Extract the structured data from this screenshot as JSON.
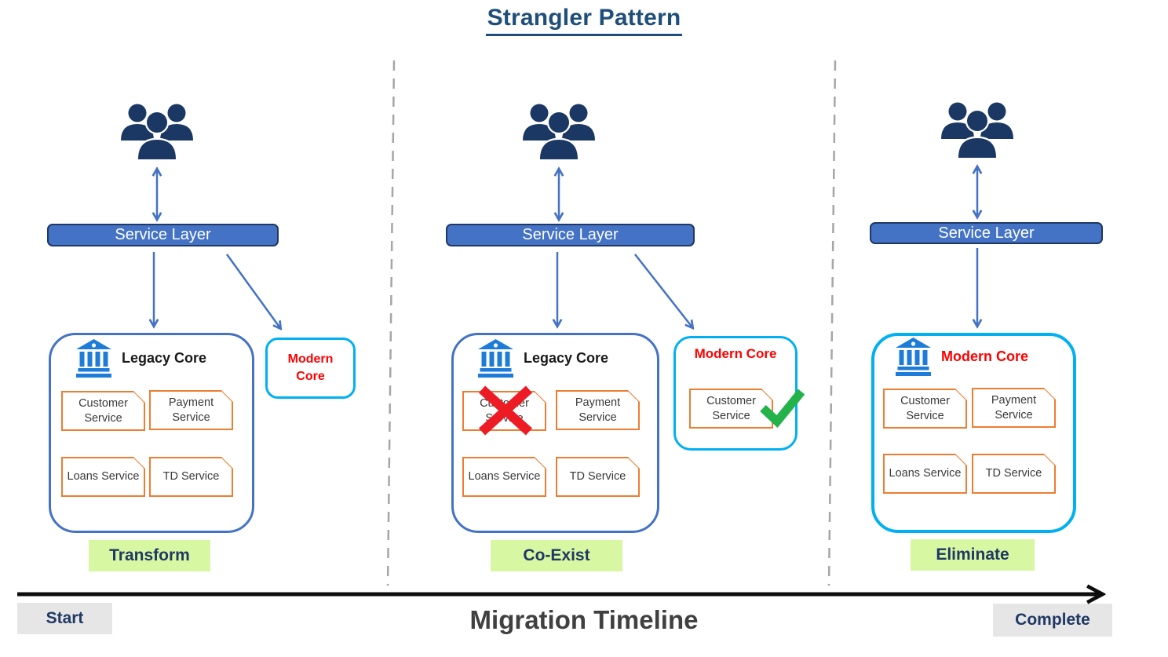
{
  "title": "Strangler Pattern",
  "phases": [
    {
      "label": "Transform",
      "service_layer": "Service Layer",
      "legacy_core": {
        "title": "Legacy Core",
        "services": [
          "Customer Service",
          "Payment Service",
          "Loans Service",
          "TD Service"
        ]
      },
      "modern_core": {
        "title": "Modern Core",
        "services": []
      }
    },
    {
      "label": "Co-Exist",
      "service_layer": "Service Layer",
      "legacy_core": {
        "title": "Legacy Core",
        "services": [
          "Customer Service",
          "Payment Service",
          "Loans Service",
          "TD Service"
        ],
        "decommissioned_service": "Customer Service"
      },
      "modern_core": {
        "title": "Modern Core",
        "services": [
          "Customer Service"
        ],
        "migrated_service": "Customer Service"
      }
    },
    {
      "label": "Eliminate",
      "service_layer": "Service Layer",
      "modern_core": {
        "title": "Modern Core",
        "services": [
          "Customer Service",
          "Payment Service",
          "Loans Service",
          "TD Service"
        ]
      }
    }
  ],
  "timeline": {
    "start": "Start",
    "title": "Migration Timeline",
    "complete": "Complete"
  },
  "icons": {
    "users": "users-group-icon",
    "bank": "bank-building-icon",
    "removed": "red-cross-icon",
    "migrated": "green-check-icon"
  },
  "colors": {
    "title_text": "#1F4E79",
    "service_layer_fill": "#4472C4",
    "service_layer_border": "#1F3864",
    "arrow_blue": "#4472C4",
    "legacy_core_border": "#4472C4",
    "modern_core_border": "#00B0F0",
    "service_box_border": "#ED7D31",
    "modern_core_text": "#FF0000",
    "users_icon": "#1B3764",
    "bank_icon": "#1C7CD8",
    "phase_label_bg": "#D7F7A2",
    "phase_label_text": "#1F3864",
    "endpoint_bg": "#E7E6E6",
    "endpoint_text": "#1F3864",
    "cross_red": "#ED1C24",
    "check_green": "#24B24B",
    "timeline_title_text": "#404040",
    "timeline_arrow": "#0D0D0D",
    "divider_gray": "#A6A6A6"
  }
}
